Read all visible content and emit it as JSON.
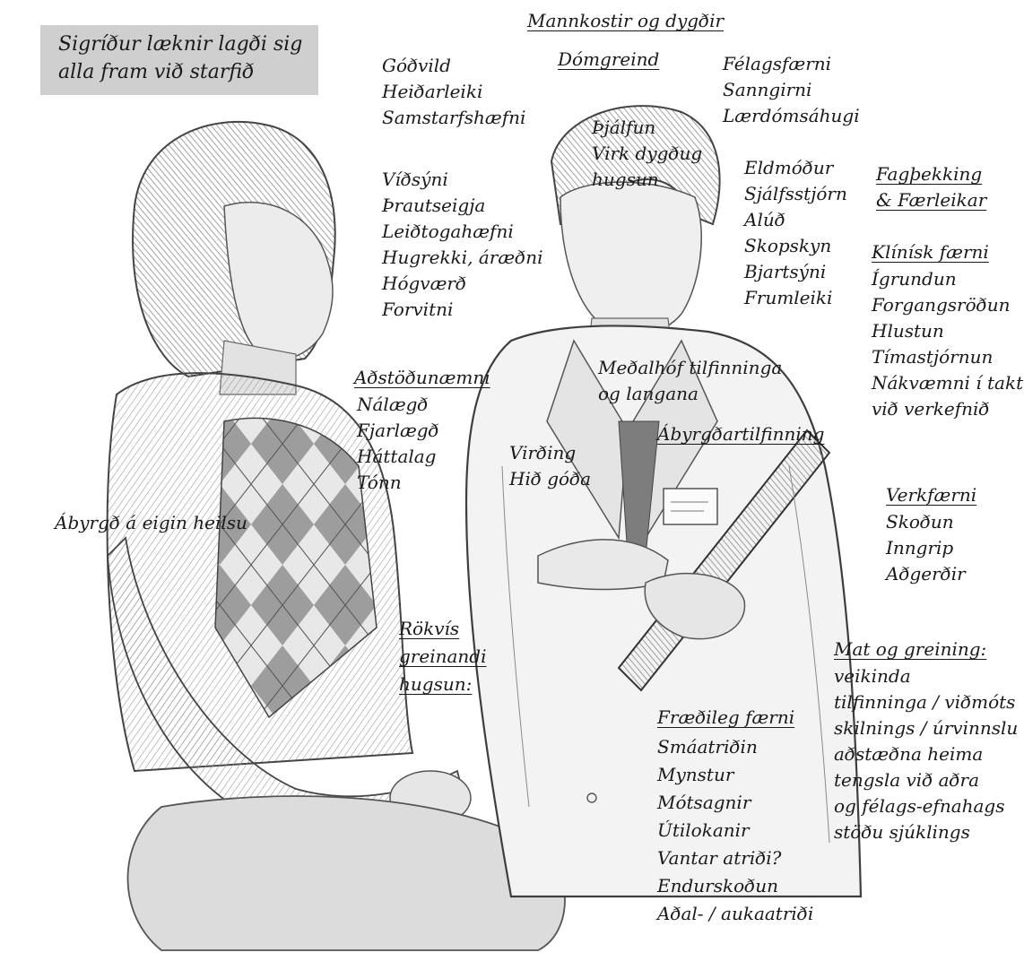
{
  "caption": {
    "line1": "Sigríður læknir lagði sig",
    "line2": "alla fram við starfið"
  },
  "mannkostir": {
    "title": "Mannkostir og dygðir",
    "domgreind": "Dómgreind",
    "col_a": [
      "Góðvild",
      "Heiðarleiki",
      "Samstarfshæfni"
    ],
    "col_c": [
      "Félagsfærni",
      "Sanngirni",
      "Lærdómsáhugi"
    ],
    "thjalfun": [
      "Þjálfun",
      "Virk dygðug",
      "hugsun"
    ],
    "col_b": [
      "Víðsýni",
      "Þrautseigja",
      "Leiðtogahæfni",
      "Hugrekki, áræðni",
      "Hógværð",
      "Forvitni"
    ],
    "col_d": [
      "Eldmóður",
      "Sjálfsstjórn",
      "Alúð",
      "Skopskyn",
      "Bjartsýni",
      "Frumleiki"
    ],
    "medalhof": [
      "Meðalhóf tilfinninga",
      "og langana"
    ],
    "virding": [
      "Virðing",
      "Hið góða"
    ],
    "abyrgdartilfinning": "Ábyrgðartilfinning"
  },
  "adstodunaemni": {
    "title": "Aðstöðunæmni",
    "items": [
      "Nálægð",
      "Fjarlægð",
      "Háttalag",
      "Tónn"
    ]
  },
  "patient_label": "Ábyrgð á eigin heilsu",
  "rokvis": [
    "Rökvís",
    "greinandi",
    "hugsun:"
  ],
  "fagthekking": {
    "title_line1": "Fagþekking",
    "title_line2": "& Færleikar"
  },
  "klinisk": {
    "title": "Klínísk færni",
    "items": [
      "Ígrundun",
      "Forgangsröðun",
      "Hlustun",
      "Tímastjórnun",
      "Nákvæmni í takt",
      "við verkefnið"
    ]
  },
  "verkfaerni": {
    "title": "Verkfærni",
    "items": [
      "Skoðun",
      "Inngrip",
      "Aðgerðir"
    ]
  },
  "mat": {
    "title": "Mat og greining:",
    "items": [
      "veikinda",
      "tilfinninga / viðmóts",
      "skilnings / úrvinnslu",
      "aðstæðna heima",
      "tengsla við aðra",
      "og félags-efnahags",
      "stöðu sjúklings"
    ]
  },
  "fraedileg": {
    "title": "Fræðileg færni",
    "items": [
      "Smáatriðin",
      "Mynstur",
      "Mótsagnir",
      "Útilokanir",
      "Vantar atriði?",
      "Endurskoðun",
      "Aðal- / aukaatriði"
    ]
  }
}
